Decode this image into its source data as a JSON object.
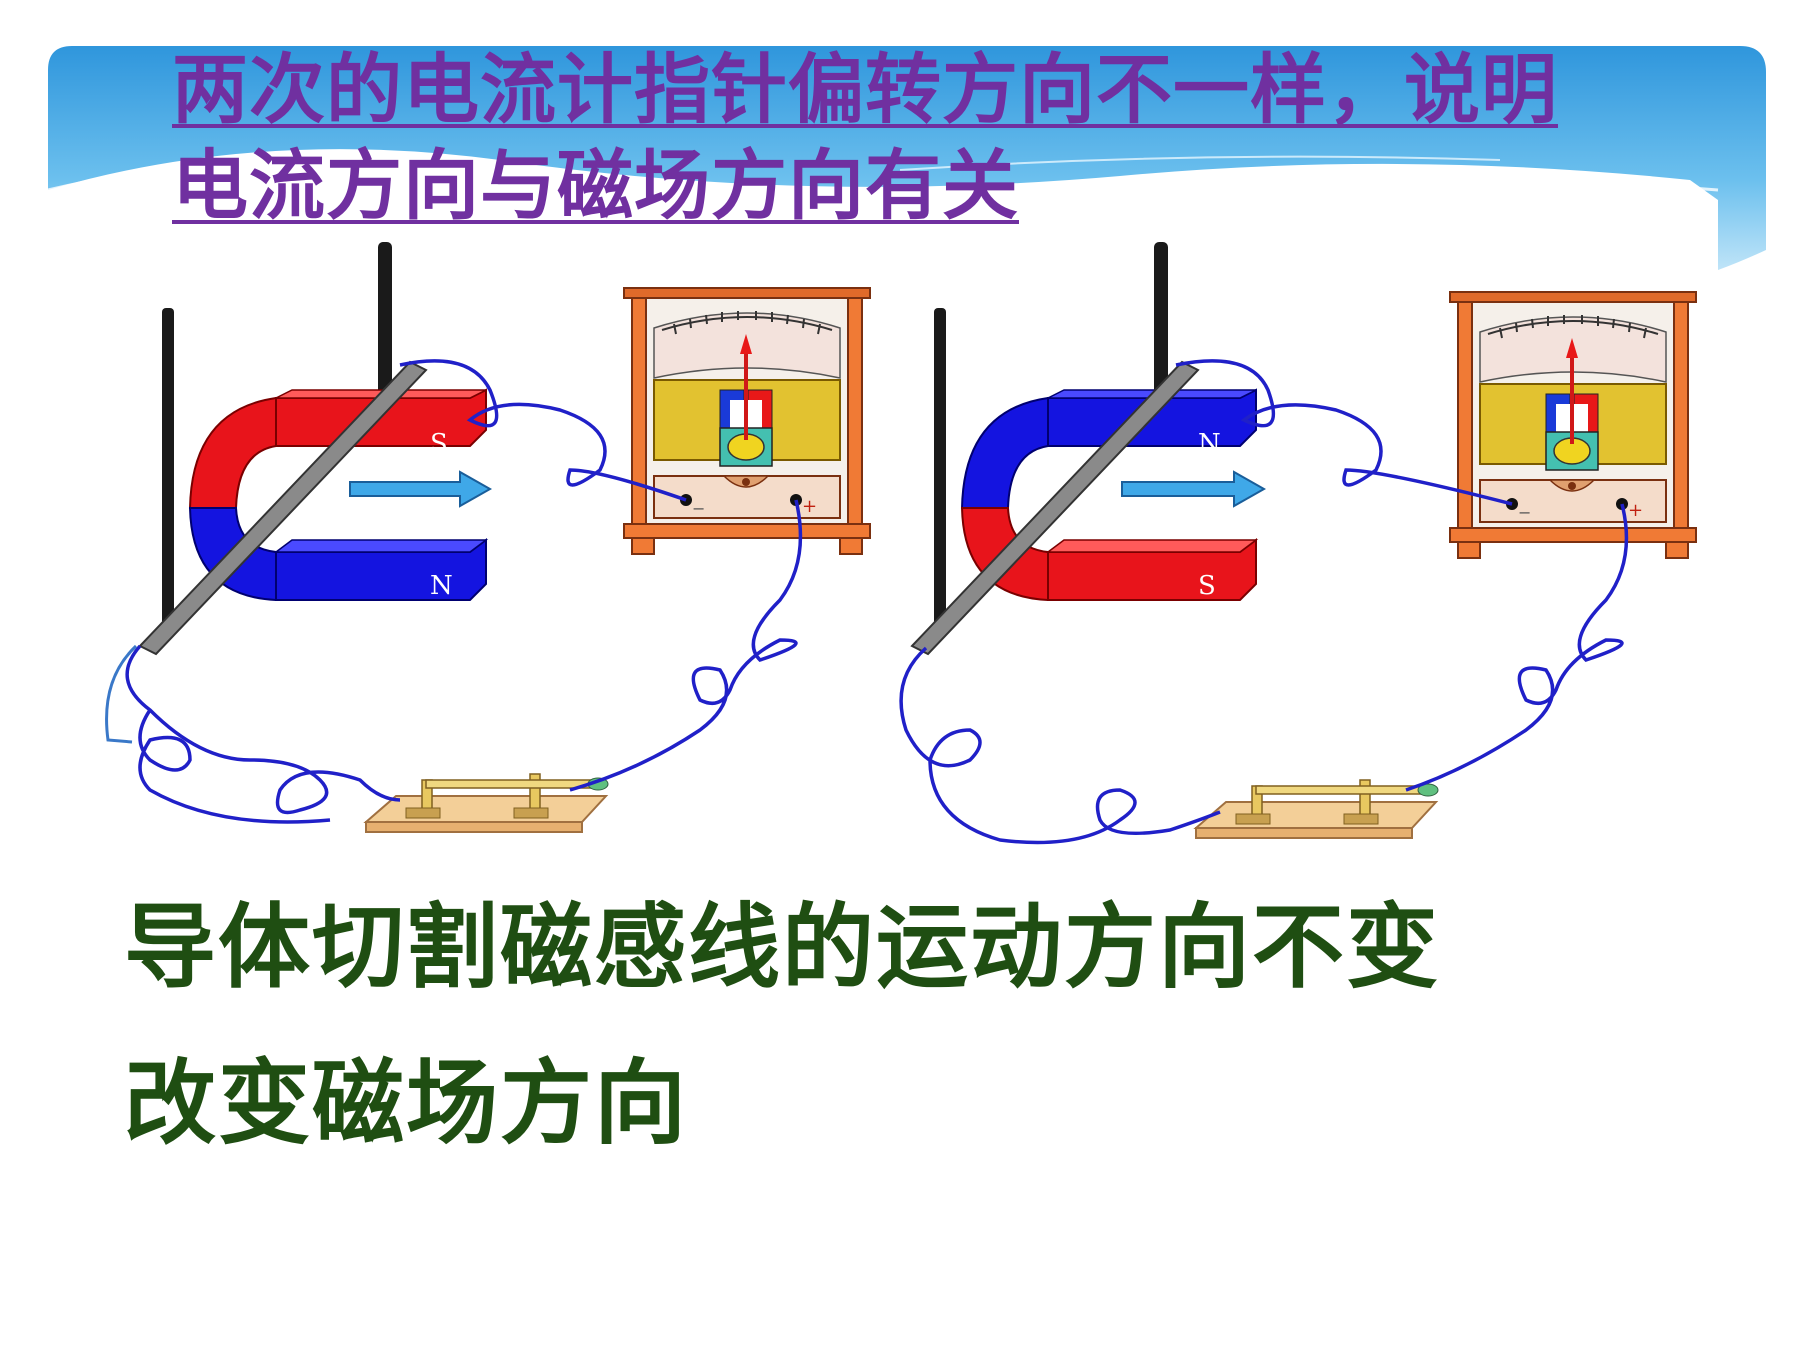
{
  "title": {
    "line1": "两次的电流计指针偏转方向不一样，说明",
    "line2": "电流方向与磁场方向有关"
  },
  "apparatus": [
    {
      "magnet_top_pole": "S",
      "magnet_bottom_pole": "N",
      "magnet_top_color": "#e8141b",
      "magnet_bottom_color": "#1414e0"
    },
    {
      "magnet_top_pole": "N",
      "magnet_bottom_pole": "S",
      "magnet_top_color": "#1414e0",
      "magnet_bottom_color": "#e8141b"
    }
  ],
  "captions": {
    "line1": "导体切割磁感线的运动方向不变",
    "line2": "改变磁场方向"
  },
  "colors": {
    "title": "#7030a0",
    "caption": "#1f4e12",
    "wire": "#2020c8",
    "arrow": "#3fa8e8",
    "banner": "#4aa8e0"
  }
}
